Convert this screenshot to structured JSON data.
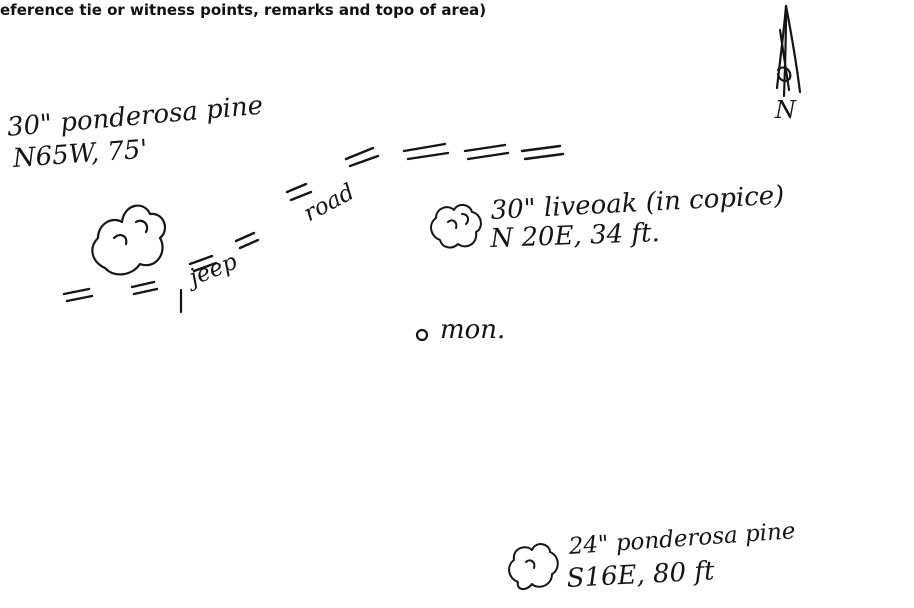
{
  "header": {
    "text": "eference tie or witness points, remarks and topo of area)"
  },
  "north_arrow": {
    "label": "N"
  },
  "witness_trees": [
    {
      "line1": "30\" ponderosa pine",
      "line2": "N65W, 75'"
    },
    {
      "line1": "30\" liveoak (in copice)",
      "line2": "N 20E, 34 ft."
    },
    {
      "line1": "24\" ponderosa pine",
      "line2": "S16E, 80 ft"
    }
  ],
  "road": {
    "word1": "jeep",
    "word2": "road"
  },
  "monument": {
    "label": "mon."
  }
}
